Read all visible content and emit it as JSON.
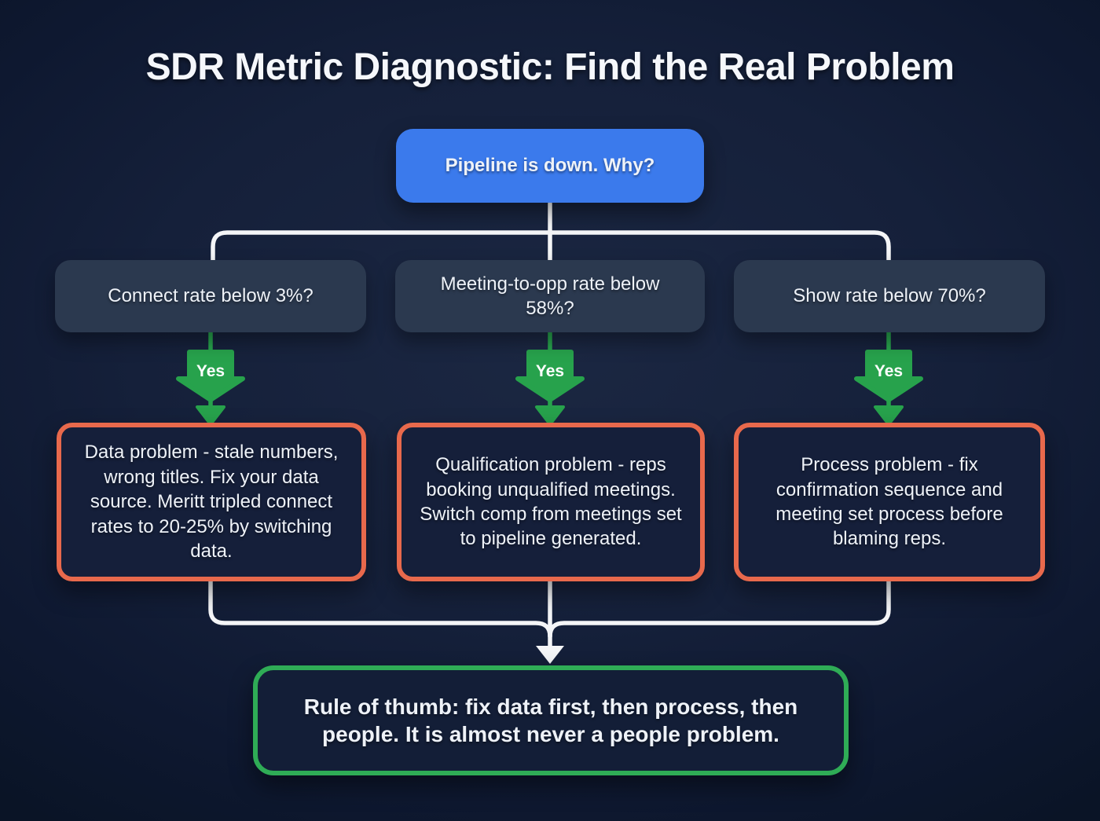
{
  "page": {
    "title": "SDR Metric Diagnostic: Find the Real Problem"
  },
  "flow": {
    "root": {
      "label": "Pipeline is down. Why?"
    },
    "branches": [
      {
        "question": "Connect rate below 3%?",
        "answer": "Yes",
        "outcome": "Data problem - stale numbers, wrong titles. Fix your data source. Meritt tripled connect rates to 20-25% by switching data."
      },
      {
        "question": "Meeting-to-opp rate below 58%?",
        "answer": "Yes",
        "outcome": "Qualification problem - reps booking unqualified meetings. Switch comp from meetings set to pipeline generated."
      },
      {
        "question": "Show rate below 70%?",
        "answer": "Yes",
        "outcome": "Process problem - fix confirmation sequence and meeting set process before blaming reps."
      }
    ],
    "conclusion": "Rule of thumb: fix data first, then process, then people. It is almost never a people problem."
  },
  "colors": {
    "background": "#15203a",
    "root_node": "#3b7aec",
    "question_node": "#2b394f",
    "outcome_border": "#e8694c",
    "conclusion_border": "#2fac56",
    "yes_arrow": "#27a24c",
    "connector_line": "#f4f5f7",
    "text": "#eef2f8"
  }
}
